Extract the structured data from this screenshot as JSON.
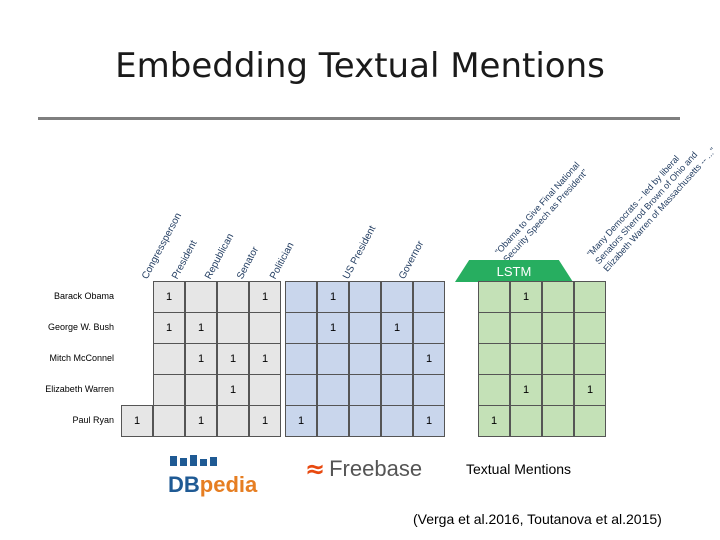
{
  "title": "Embedding Textual Mentions",
  "kb_columns": [
    "Congressperson",
    "President",
    "Republican",
    "Senator",
    "Politician",
    "US President",
    "Governor"
  ],
  "text_columns": [
    "\"Obama to Give Final National\nSecurity Speech as President\"",
    "\"Many Democrats -- led by liberal\nSenators Sherrod Brown of Ohio and\nElizabeth Warren of Massachusetts -- ...\""
  ],
  "lstm_label": "LSTM",
  "rows": [
    {
      "label": "Barack Obama",
      "grey": [
        "1",
        "",
        "",
        "1"
      ],
      "blue": [
        "",
        "1",
        "",
        "",
        ""
      ],
      "green": [
        "",
        "1",
        "",
        ""
      ]
    },
    {
      "label": "George W. Bush",
      "grey": [
        "1",
        "1",
        "",
        ""
      ],
      "blue": [
        "",
        "1",
        "",
        "1",
        ""
      ],
      "green": [
        "",
        "",
        "",
        ""
      ]
    },
    {
      "label": "Mitch McConnel",
      "grey": [
        "",
        "1",
        "1",
        "1"
      ],
      "blue": [
        "",
        "",
        "",
        "",
        "1"
      ],
      "green": [
        "",
        "",
        "",
        ""
      ]
    },
    {
      "label": "Elizabeth Warren",
      "grey": [
        "",
        "",
        "1",
        ""
      ],
      "blue": [
        "",
        "",
        "",
        "",
        ""
      ],
      "green": [
        "",
        "1",
        "",
        "1"
      ]
    },
    {
      "label": "Paul Ryan",
      "grey": [
        "1",
        "",
        "1",
        "",
        "1"
      ],
      "blue": [
        "1",
        "",
        "",
        "",
        "1"
      ],
      "green": [
        "1",
        "",
        "",
        ""
      ]
    }
  ],
  "logos": {
    "dbpedia_a": "DB",
    "dbpedia_b": "pedia",
    "freebase": "Freebase"
  },
  "textual_mentions_label": "Textual Mentions",
  "citation": "(Verga et al.2016, Toutanova et al.2015)",
  "colors": {
    "grey_fill": "#e6e6e6",
    "blue_fill": "#c9d6ec",
    "green_fill": "#c4e1b7",
    "lstm": "#27ae60"
  }
}
